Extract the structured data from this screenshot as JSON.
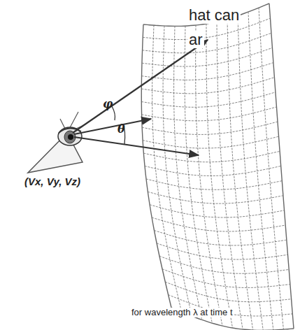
{
  "diagram": {
    "caption": "for wavelength λ at time t",
    "labels": [
      "hat can",
      "ar",
      "(Vx, Vy, Vz)",
      "φ",
      "θ"
    ]
  }
}
